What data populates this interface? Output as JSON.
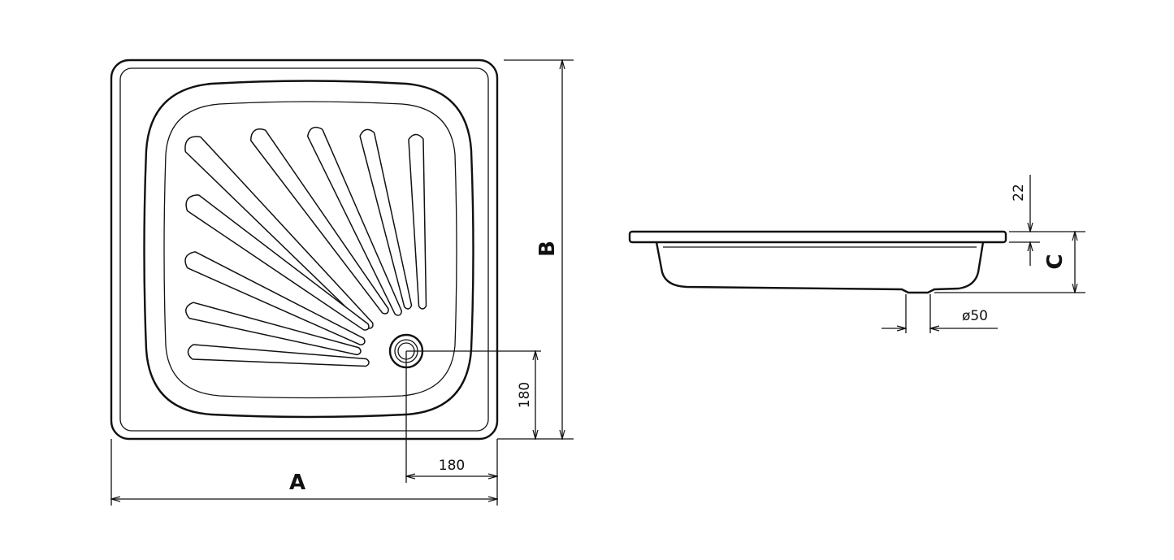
{
  "title": "Square shower tray dimension drawing",
  "views": {
    "top": {
      "width_label": "A",
      "depth_label": "B",
      "drain_offset_x": "180",
      "drain_offset_y": "180"
    },
    "side": {
      "height_label": "C",
      "rim_thickness": "22",
      "drain_diameter": "ø50"
    }
  }
}
